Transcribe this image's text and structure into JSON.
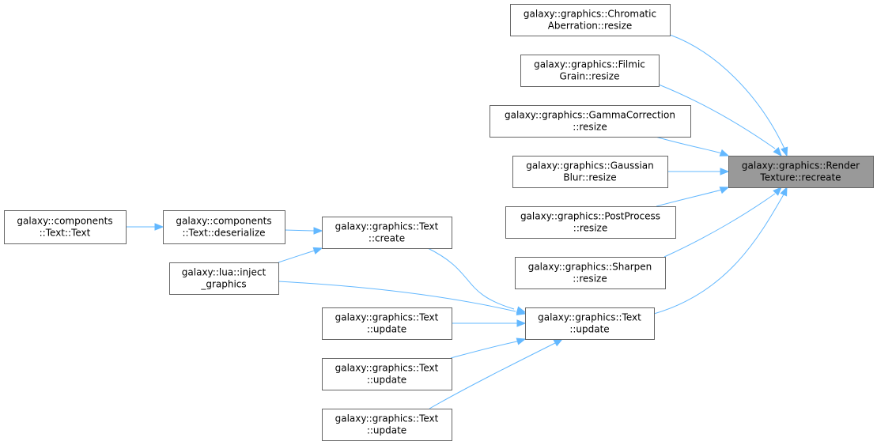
{
  "graph": {
    "nodes": [
      {
        "id": "render_texture_recreate",
        "lines": [
          "galaxy::graphics::Render",
          "Texture::recreate"
        ],
        "highlighted": true
      },
      {
        "id": "chromatic_aberration_resize",
        "lines": [
          "galaxy::graphics::Chromatic",
          "Aberration::resize"
        ]
      },
      {
        "id": "filmic_grain_resize",
        "lines": [
          "galaxy::graphics::Filmic",
          "Grain::resize"
        ]
      },
      {
        "id": "gamma_correction_resize",
        "lines": [
          "galaxy::graphics::GammaCorrection",
          "::resize"
        ]
      },
      {
        "id": "gaussian_blur_resize",
        "lines": [
          "galaxy::graphics::Gaussian",
          "Blur::resize"
        ]
      },
      {
        "id": "post_process_resize",
        "lines": [
          "galaxy::graphics::PostProcess",
          "::resize"
        ]
      },
      {
        "id": "sharpen_resize",
        "lines": [
          "galaxy::graphics::Sharpen",
          "::resize"
        ]
      },
      {
        "id": "text_update_main",
        "lines": [
          "galaxy::graphics::Text",
          "::update"
        ]
      },
      {
        "id": "text_create",
        "lines": [
          "galaxy::graphics::Text",
          "::create"
        ]
      },
      {
        "id": "lua_inject_graphics",
        "lines": [
          "galaxy::lua::inject",
          "_graphics"
        ]
      },
      {
        "id": "text_update_a",
        "lines": [
          "galaxy::graphics::Text",
          "::update"
        ]
      },
      {
        "id": "text_update_b",
        "lines": [
          "galaxy::graphics::Text",
          "::update"
        ]
      },
      {
        "id": "text_update_c",
        "lines": [
          "galaxy::graphics::Text",
          "::update"
        ]
      },
      {
        "id": "components_text_deserialize",
        "lines": [
          "galaxy::components",
          "::Text::deserialize"
        ]
      },
      {
        "id": "components_text_text",
        "lines": [
          "galaxy::components",
          "::Text::Text"
        ]
      }
    ],
    "edges": [
      {
        "from": "chromatic_aberration_resize",
        "to": "render_texture_recreate"
      },
      {
        "from": "filmic_grain_resize",
        "to": "render_texture_recreate"
      },
      {
        "from": "gamma_correction_resize",
        "to": "render_texture_recreate"
      },
      {
        "from": "gaussian_blur_resize",
        "to": "render_texture_recreate"
      },
      {
        "from": "post_process_resize",
        "to": "render_texture_recreate"
      },
      {
        "from": "sharpen_resize",
        "to": "render_texture_recreate"
      },
      {
        "from": "text_update_main",
        "to": "render_texture_recreate"
      },
      {
        "from": "text_create",
        "to": "text_update_main"
      },
      {
        "from": "lua_inject_graphics",
        "to": "text_update_main"
      },
      {
        "from": "text_update_a",
        "to": "text_update_main"
      },
      {
        "from": "text_update_b",
        "to": "text_update_main"
      },
      {
        "from": "text_update_c",
        "to": "text_update_main"
      },
      {
        "from": "components_text_deserialize",
        "to": "text_create"
      },
      {
        "from": "lua_inject_graphics",
        "to": "text_create"
      },
      {
        "from": "components_text_text",
        "to": "components_text_deserialize"
      }
    ],
    "colors": {
      "edge": "#63b8ff",
      "node_border": "#666666",
      "node_fill": "#ffffff",
      "highlight_fill": "#999999",
      "text": "#000000"
    }
  }
}
